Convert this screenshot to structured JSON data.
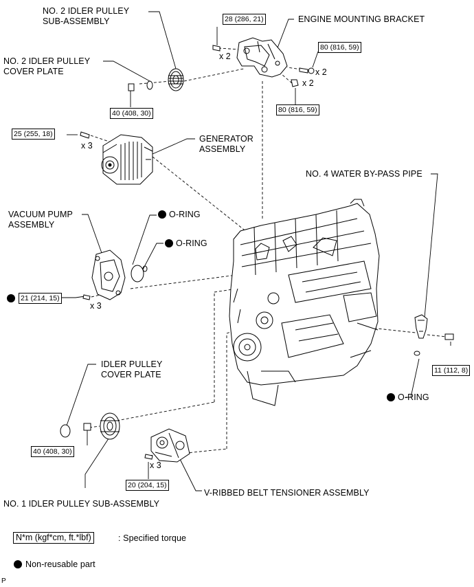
{
  "labels": {
    "no2_idler_pulley": [
      "NO. 2 IDLER PULLEY",
      "SUB-ASSEMBLY"
    ],
    "no2_idler_cover": [
      "NO. 2 IDLER PULLEY",
      "COVER PLATE"
    ],
    "engine_bracket": "ENGINE MOUNTING BRACKET",
    "generator": [
      "GENERATOR",
      "ASSEMBLY"
    ],
    "vacuum_pump": [
      "VACUUM PUMP",
      "ASSEMBLY"
    ],
    "o_ring_1": "O-RING",
    "o_ring_2": "O-RING",
    "water_bypass": "NO. 4 WATER BY-PASS PIPE",
    "o_ring_3": "O-RING",
    "idler_cover": [
      "IDLER PULLEY",
      "COVER PLATE"
    ],
    "no1_idler_pulley": "NO. 1 IDLER PULLEY SUB-ASSEMBLY",
    "belt_tensioner": "V-RIBBED BELT TENSIONER ASSEMBLY"
  },
  "torques": {
    "bracket_top": "28 (286, 21)",
    "bracket_right": "80 (816, 59)",
    "bracket_bottom": "80 (816, 59)",
    "idler_cover_bolt": "40 (408, 30)",
    "generator_bolt": "25 (255, 18)",
    "vacuum_pump_bolt": "21 (214, 15)",
    "water_pipe_bolt": "11 (112, 8)",
    "idler_bolt": "40 (408, 30)",
    "tensioner_bolt": "20 (204, 15)"
  },
  "quantities": {
    "bracket_top": "x 2",
    "bracket_right": "x 2",
    "bracket_bottom": "x 2",
    "generator": "x 3",
    "vacuum_pump": "x 3",
    "tensioner": "x 3"
  },
  "legend": {
    "torque_unit": "N*m (kgf*cm, ft.*lbf)",
    "torque_text": ": Specified torque",
    "nonreusable_text": "Non-reusable part"
  },
  "footer_code": "P",
  "colors": {
    "ink": "#000000",
    "background": "#ffffff"
  }
}
